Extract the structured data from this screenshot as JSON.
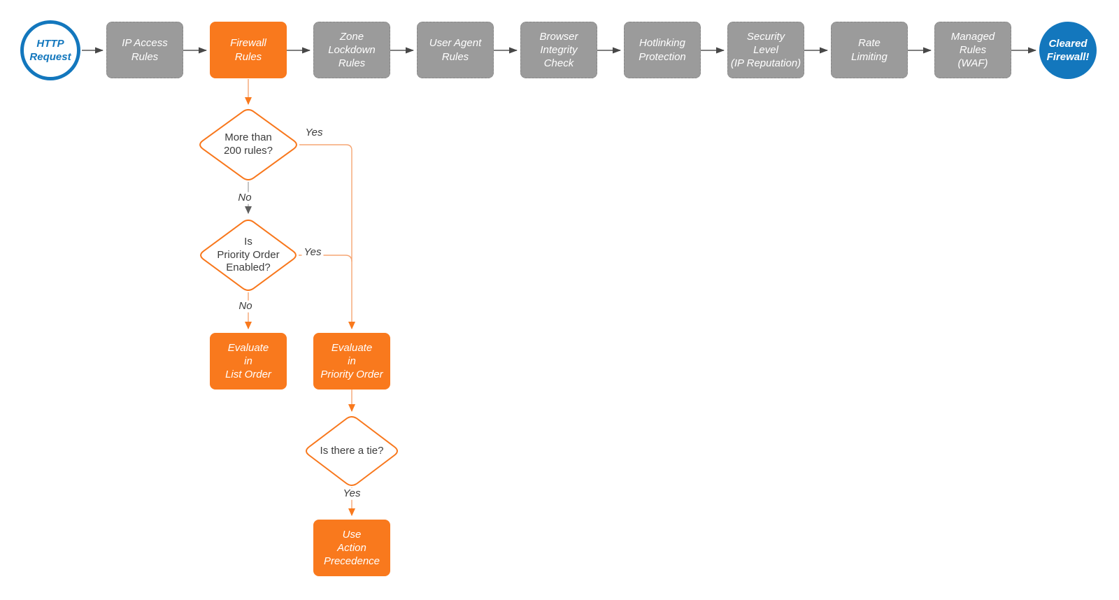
{
  "diagram": {
    "title_hint": "HTTP request firewall evaluation flowchart",
    "start": {
      "label": "HTTP\nRequest"
    },
    "end": {
      "label": "Cleared\nFirewall!"
    },
    "phases": [
      {
        "label": "IP Access\nRules",
        "highlight": false
      },
      {
        "label": "Firewall\nRules",
        "highlight": true
      },
      {
        "label": "Zone\nLockdown\nRules",
        "highlight": false
      },
      {
        "label": "User Agent\nRules",
        "highlight": false
      },
      {
        "label": "Browser\nIntegrity\nCheck",
        "highlight": false
      },
      {
        "label": "Hotlinking\nProtection",
        "highlight": false
      },
      {
        "label": "Security\nLevel\n(IP Reputation)",
        "highlight": false
      },
      {
        "label": "Rate\nLimiting",
        "highlight": false
      },
      {
        "label": "Managed\nRules\n(WAF)",
        "highlight": false
      }
    ],
    "decisions": [
      {
        "label": "More than\n200 rules?"
      },
      {
        "label": "Is\nPriority Order\nEnabled?"
      },
      {
        "label": "Is there a tie?"
      }
    ],
    "actions": [
      {
        "label": "Evaluate\nin\nList Order"
      },
      {
        "label": "Evaluate\nin\nPriority Order"
      },
      {
        "label": "Use\nAction\nPrecedence"
      }
    ],
    "edge_labels": {
      "yes1": "Yes",
      "no1": "No",
      "yes2": "Yes",
      "no2": "No",
      "yes3": "Yes"
    },
    "colors": {
      "orange": "#F9791D",
      "orange_line": "#F5A573",
      "gray_fill": "#9B9B9B",
      "gray_border": "#878787",
      "blue": "#1377BD",
      "arrow_dark": "#4F4F4F",
      "text_dark": "#3C3C3C"
    }
  }
}
